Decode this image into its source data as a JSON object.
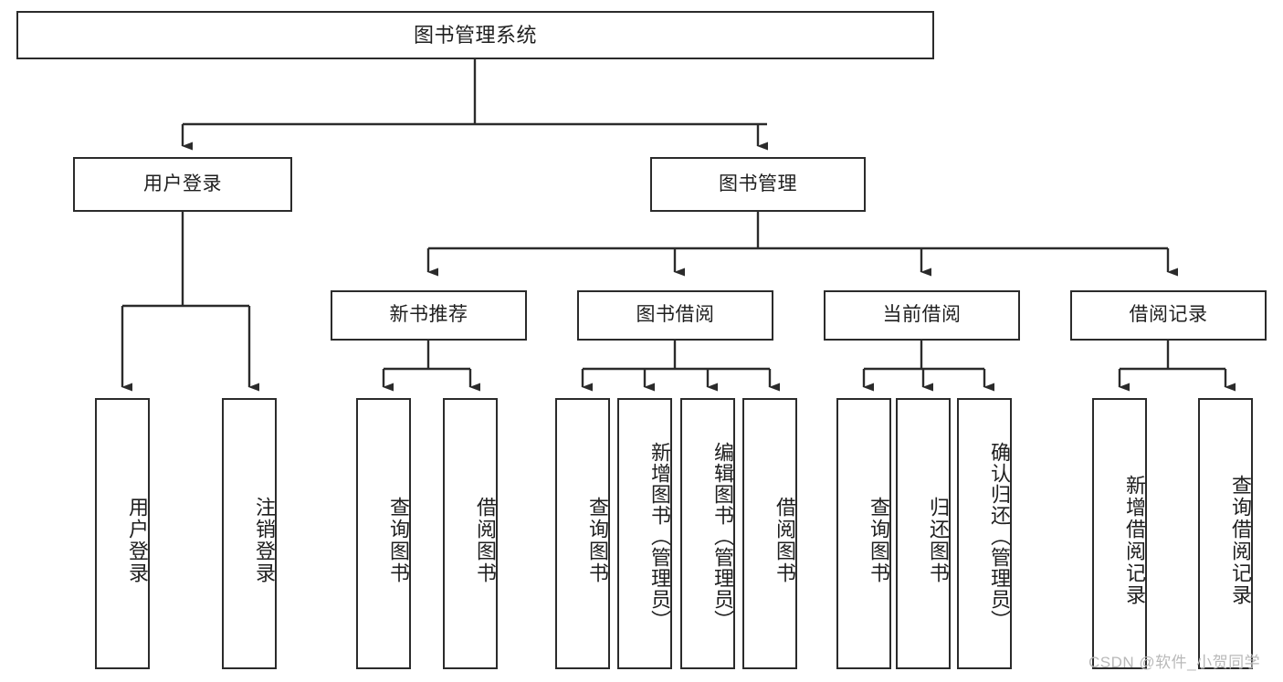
{
  "diagram": {
    "title": "图书管理系统",
    "watermark": "CSDN @软件_小贺同学",
    "type": "tree-hierarchy-diagram",
    "colors": {
      "box_border": "#2b2b2b",
      "box_fill": "#ffffff",
      "text": "#1f1f1f",
      "connector": "#2b2b2b",
      "watermark": "#b9b9b9",
      "background": "#ffffff"
    },
    "nodes": {
      "root": {
        "label": "图书管理系统"
      },
      "level2": [
        {
          "label": "用户登录"
        },
        {
          "label": "图书管理"
        }
      ],
      "level3": [
        {
          "label": "新书推荐"
        },
        {
          "label": "图书借阅"
        },
        {
          "label": "当前借阅"
        },
        {
          "label": "借阅记录"
        }
      ],
      "leaves": {
        "user_login": [
          {
            "label": "用户登录"
          },
          {
            "label": "注销登录"
          }
        ],
        "new_book_recommend": [
          {
            "label": "查询图书"
          },
          {
            "label": "借阅图书"
          }
        ],
        "book_borrow": [
          {
            "label": "查询图书"
          },
          {
            "label": "新增图书（管理员）"
          },
          {
            "label": "编辑图书（管理员）"
          },
          {
            "label": "借阅图书"
          }
        ],
        "current_borrow": [
          {
            "label": "查询图书"
          },
          {
            "label": "归还图书"
          },
          {
            "label": "确认归还（管理员）"
          }
        ],
        "borrow_record": [
          {
            "label": "新增借阅记录"
          },
          {
            "label": "查询借阅记录"
          }
        ]
      }
    }
  }
}
